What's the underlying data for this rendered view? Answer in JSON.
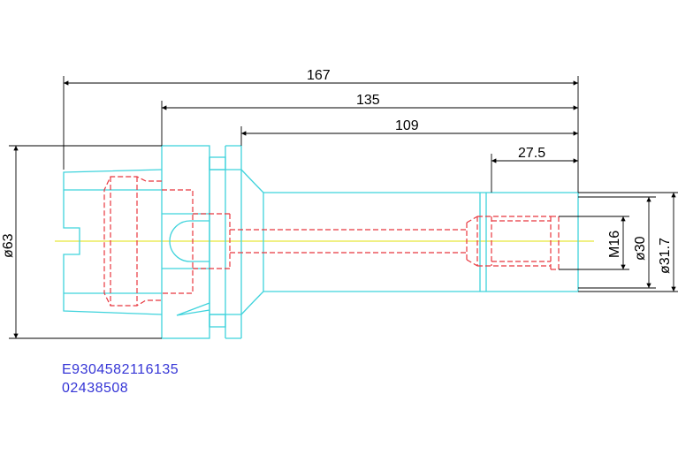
{
  "dimensions": {
    "overall_length": "167",
    "length_135": "135",
    "length_109": "109",
    "length_27_5": "27.5",
    "dia_63": "ø63",
    "thread_m16": "M16",
    "dia_30": "ø30",
    "dia_31_7": "ø31.7"
  },
  "codes": {
    "part_number": "E9304582116135",
    "order_number": "02438508"
  },
  "colors": {
    "outline": "#3fd3dc",
    "hidden": "#e8363e",
    "center": "#e8e83a",
    "dimension": "#000000",
    "code_text": "#3535d6"
  }
}
